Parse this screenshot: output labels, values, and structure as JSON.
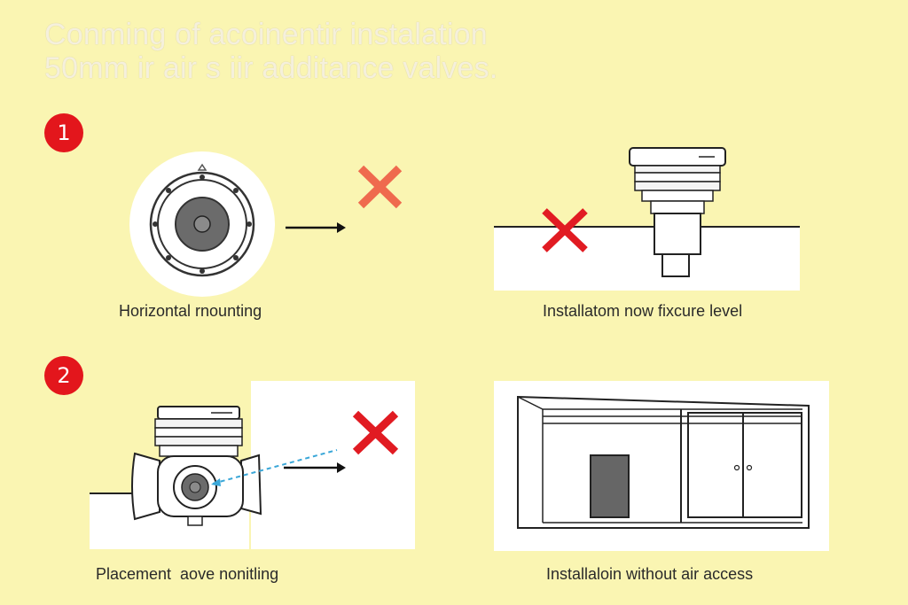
{
  "heading": {
    "line1": "Conming of acoinentir instalation",
    "line2": "50mm ir air s iir additance valves."
  },
  "sections": [
    {
      "number": "1",
      "panels": [
        {
          "caption": "Horizontal rnounting"
        },
        {
          "caption": "Installatom now fixcure level"
        }
      ]
    },
    {
      "number": "2",
      "panels": [
        {
          "caption": "Placement  aove nonitling"
        },
        {
          "caption": "Installaloin without air access"
        }
      ]
    }
  ],
  "colors": {
    "background": "#faf5b2",
    "badge": "#e3161c",
    "cross_red": "#e11b22",
    "cross_orange": "#ef6a4e",
    "dashed_arrow": "#3aa7d8"
  }
}
